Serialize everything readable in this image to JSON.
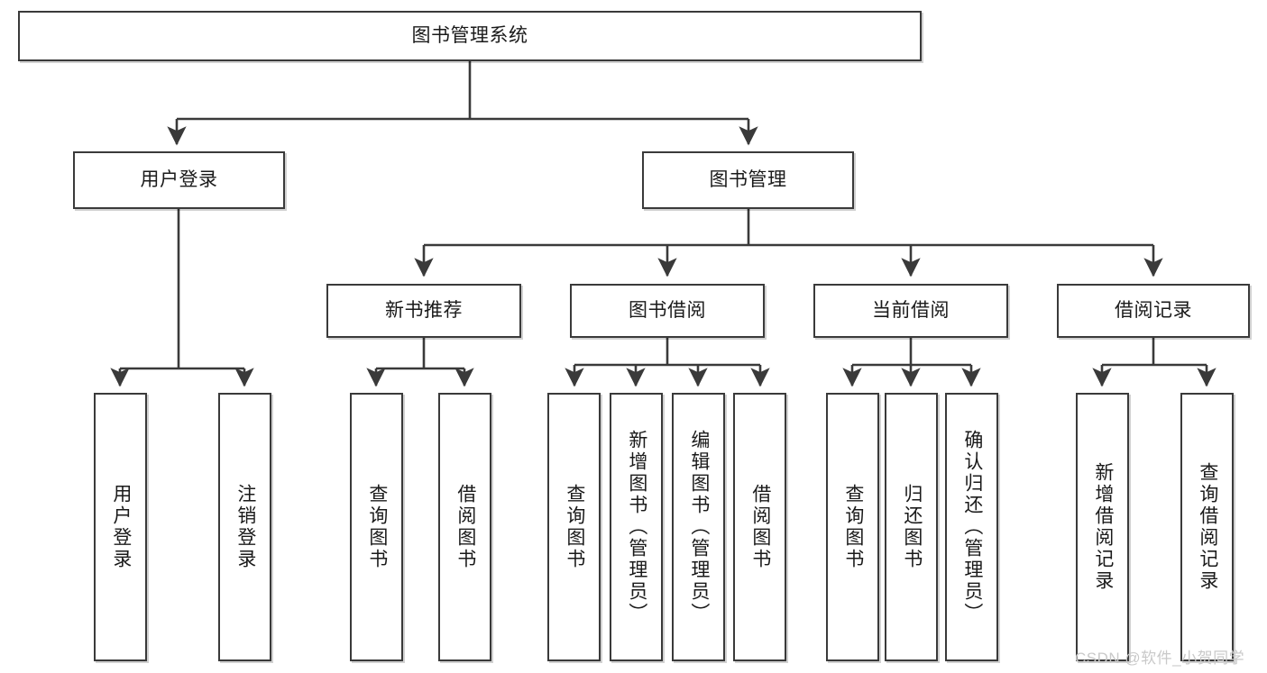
{
  "diagram": {
    "title": "图书管理系统",
    "type": "hierarchy-tree",
    "watermark": "CSDN @软件_小贺同学",
    "colors": {
      "box_border": "#3a3a3a",
      "box_fill": "#ffffff",
      "edge": "#3a3a3a",
      "text": "#1a1a1a",
      "watermark": "#c9c9c9"
    },
    "nodes": {
      "root": {
        "label": "图书管理系统"
      },
      "level2": [
        {
          "id": "user-login",
          "label": "用户登录"
        },
        {
          "id": "book-management",
          "label": "图书管理"
        }
      ],
      "level3": [
        {
          "id": "new-book-recommend",
          "label": "新书推荐"
        },
        {
          "id": "book-borrow",
          "label": "图书借阅"
        },
        {
          "id": "current-borrow",
          "label": "当前借阅"
        },
        {
          "id": "borrow-record",
          "label": "借阅记录"
        }
      ],
      "leaves": {
        "user_login": [
          {
            "id": "leaf-user-login",
            "label": "用户登录"
          },
          {
            "id": "leaf-logout-login",
            "label": "注销登录"
          }
        ],
        "new_book_recommend": [
          {
            "id": "leaf-query-book-1",
            "label": "查询图书"
          },
          {
            "id": "leaf-borrow-book-1",
            "label": "借阅图书"
          }
        ],
        "book_borrow": [
          {
            "id": "leaf-query-book-2",
            "label": "查询图书"
          },
          {
            "id": "leaf-add-book",
            "label": "新增图书（管理员）"
          },
          {
            "id": "leaf-edit-book",
            "label": "编辑图书（管理员）"
          },
          {
            "id": "leaf-borrow-book-2",
            "label": "借阅图书"
          }
        ],
        "current_borrow": [
          {
            "id": "leaf-query-book-3",
            "label": "查询图书"
          },
          {
            "id": "leaf-return-book",
            "label": "归还图书"
          },
          {
            "id": "leaf-confirm-return",
            "label": "确认归还（管理员）"
          }
        ],
        "borrow_record": [
          {
            "id": "leaf-add-borrow-record",
            "label": "新增借阅记录"
          },
          {
            "id": "leaf-query-borrow-record",
            "label": "查询借阅记录"
          }
        ]
      }
    }
  }
}
